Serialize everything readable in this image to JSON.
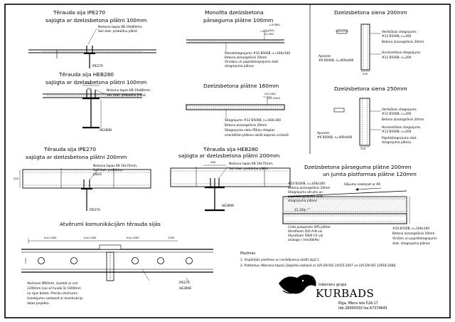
{
  "sheet": {
    "sections": {
      "ipe270_100": {
        "title1": "Tērauda sija IPE270",
        "title2": "sajūgta ar dzelzsbetona plātni 100mm",
        "notes": [
          "Nelaona tapas KB 19x80mm,",
          "Soli skat. prebūdņu plānā"
        ],
        "profile": "IPE270"
      },
      "heb280_100": {
        "title1": "Tērauda sija HEB280",
        "title2": "sajūgta ar dzelzsbetona plātni 100mm",
        "notes": [
          "Nelsona tapas KB 19x80mm,",
          "Soli skat. prebūdņu plānā"
        ],
        "dims": [
          "280",
          "320"
        ],
        "profile": "HE280B"
      },
      "ipe270_200": {
        "title1": "Tērauda sija IPE270",
        "title2": "sajūgta ar dzelzsbetona plātni 200mm",
        "notes": [
          "Nelsona tapas KB 19x75mm,",
          "Soli skat. prebūdņu",
          "plānā"
        ],
        "dim_left": "200",
        "profile": "IPE270"
      },
      "heb280_200": {
        "title1": "Tērauda sija HEB280",
        "title2": "sajūgta ar dzelzsbetona plātni 200mm",
        "notes": [
          "Nelsona tapas KB 19x75mm,",
          "Soli skat. prebūdņu plānā"
        ],
        "dims": [
          "280"
        ],
        "profile": "HE280B"
      },
      "monolith_100": {
        "title1": "Monolīta dzelzsbetona",
        "title2": "pārseguma plātne 100mm",
        "levels": [
          "(-0,080)",
          "(21,450)",
          "21,450"
        ],
        "notes": [
          "Pamatstiegrojums #10 B500B, s=160x160",
          "Betona aizsargslānis 20mm",
          "Virsdara un papildstiegrojuma skat.",
          "stiegrojuma plānos"
        ]
      },
      "slab_160": {
        "title": "Dzelzsbetona plātne 160mm",
        "levels": [
          "(20,160)",
          "(20,1000)"
        ],
        "notes": [
          "Stiegrojums #12 B500B, s=160x160",
          "Betona aizsargslānis 20mm",
          "Stiegrojuma sietu flīžiņu stiegros",
          "orientētām plātnes iekšā kalpnes virzienā"
        ]
      },
      "wall_200": {
        "title": "Dzelzsbetona siena 200mm",
        "labels": [
          "Vertikālais stiegrojums",
          "#12 B500B, s=200",
          "Betona aizsargslānis 20mm",
          "Horizontālais stiegrojums",
          "#12 B500B, s=200"
        ],
        "left_labels": [
          "Apvares",
          "#6 B500B, s=400x400"
        ],
        "dim": "200"
      },
      "wall_250": {
        "title": "Dzelzsbetona siena 250mm",
        "labels": [
          "Vertikālais stiegrojums",
          "#12 B500B, s=200",
          "Betona aizsargslānis 20mm",
          "Horizontālais stiegrojums",
          "#12 B500B, s=200",
          "Papildstiegrojums skat.",
          "stiegrojuma plānos"
        ],
        "left_labels": [
          "Apvares",
          "#6 B500B, s=400x400"
        ],
        "dim": "250"
      },
      "slab_200_120": {
        "title1": "Dzelzsbetona pārseguma plātne 200mm",
        "title2": "un jumta plotformas plātne 120mm",
        "notes_top": [
          "#10 B500B, s=160x160",
          "Betona aizsargslānis 20mm",
          "Stiegrojums atrums un",
          "papildstiegrojums skat.",
          "stiegrojuma plānos"
        ],
        "slope_note": "Slīpumu saskaņot ar AR",
        "level": "22,350",
        "notes_bottom_left": [
          "Cieta putuplasts XPS plātne",
          "Stirofloam 450 A-N vai",
          "Styrofoam 5000 CS vai",
          "analogs (  mm30kPa)"
        ],
        "notes_bottom_right": [
          "#16 B500B, s=160x160",
          "Betona aizsargslānis 20mm",
          "Virsāmi un papildstiegrojums",
          "skat. stiegrojuma plānos"
        ]
      },
      "openings": {
        "title": "Atvērumi komunikācijām tērauda sijās",
        "dims_top": [
          "min.1000",
          "min.1000",
          "min.1000",
          "1200"
        ],
        "notes": [
          "Atvērumi Ø90mm, izvietot ar soli",
          "1200mm (vai arī tuvāk līz 1000mm",
          "no sijas balsta. Precīzu atvērumu",
          "izvietojumu saskaņot ar konstrukciju",
          "daļas projektu."
        ],
        "profiles": [
          "IPE270",
          "HE280B"
        ]
      }
    },
    "remarks": {
      "heading": "Piezīmes",
      "items": [
        "1. Vispārējās piezīmes un norādījumus skatīt lapā 1.",
        "2. Prettorkus (Nelsona tapas) jāizpilda saskaņā ar LVS EN ISO 14555:2007 un LVS EN ISO 13918:2008."
      ]
    },
    "firm": {
      "tagline": "inženieru grupa",
      "name": "KURBADS",
      "address": "Rīga, Miera iela 52A-17",
      "phone": "tālr.28000030 fax.67374643"
    }
  }
}
